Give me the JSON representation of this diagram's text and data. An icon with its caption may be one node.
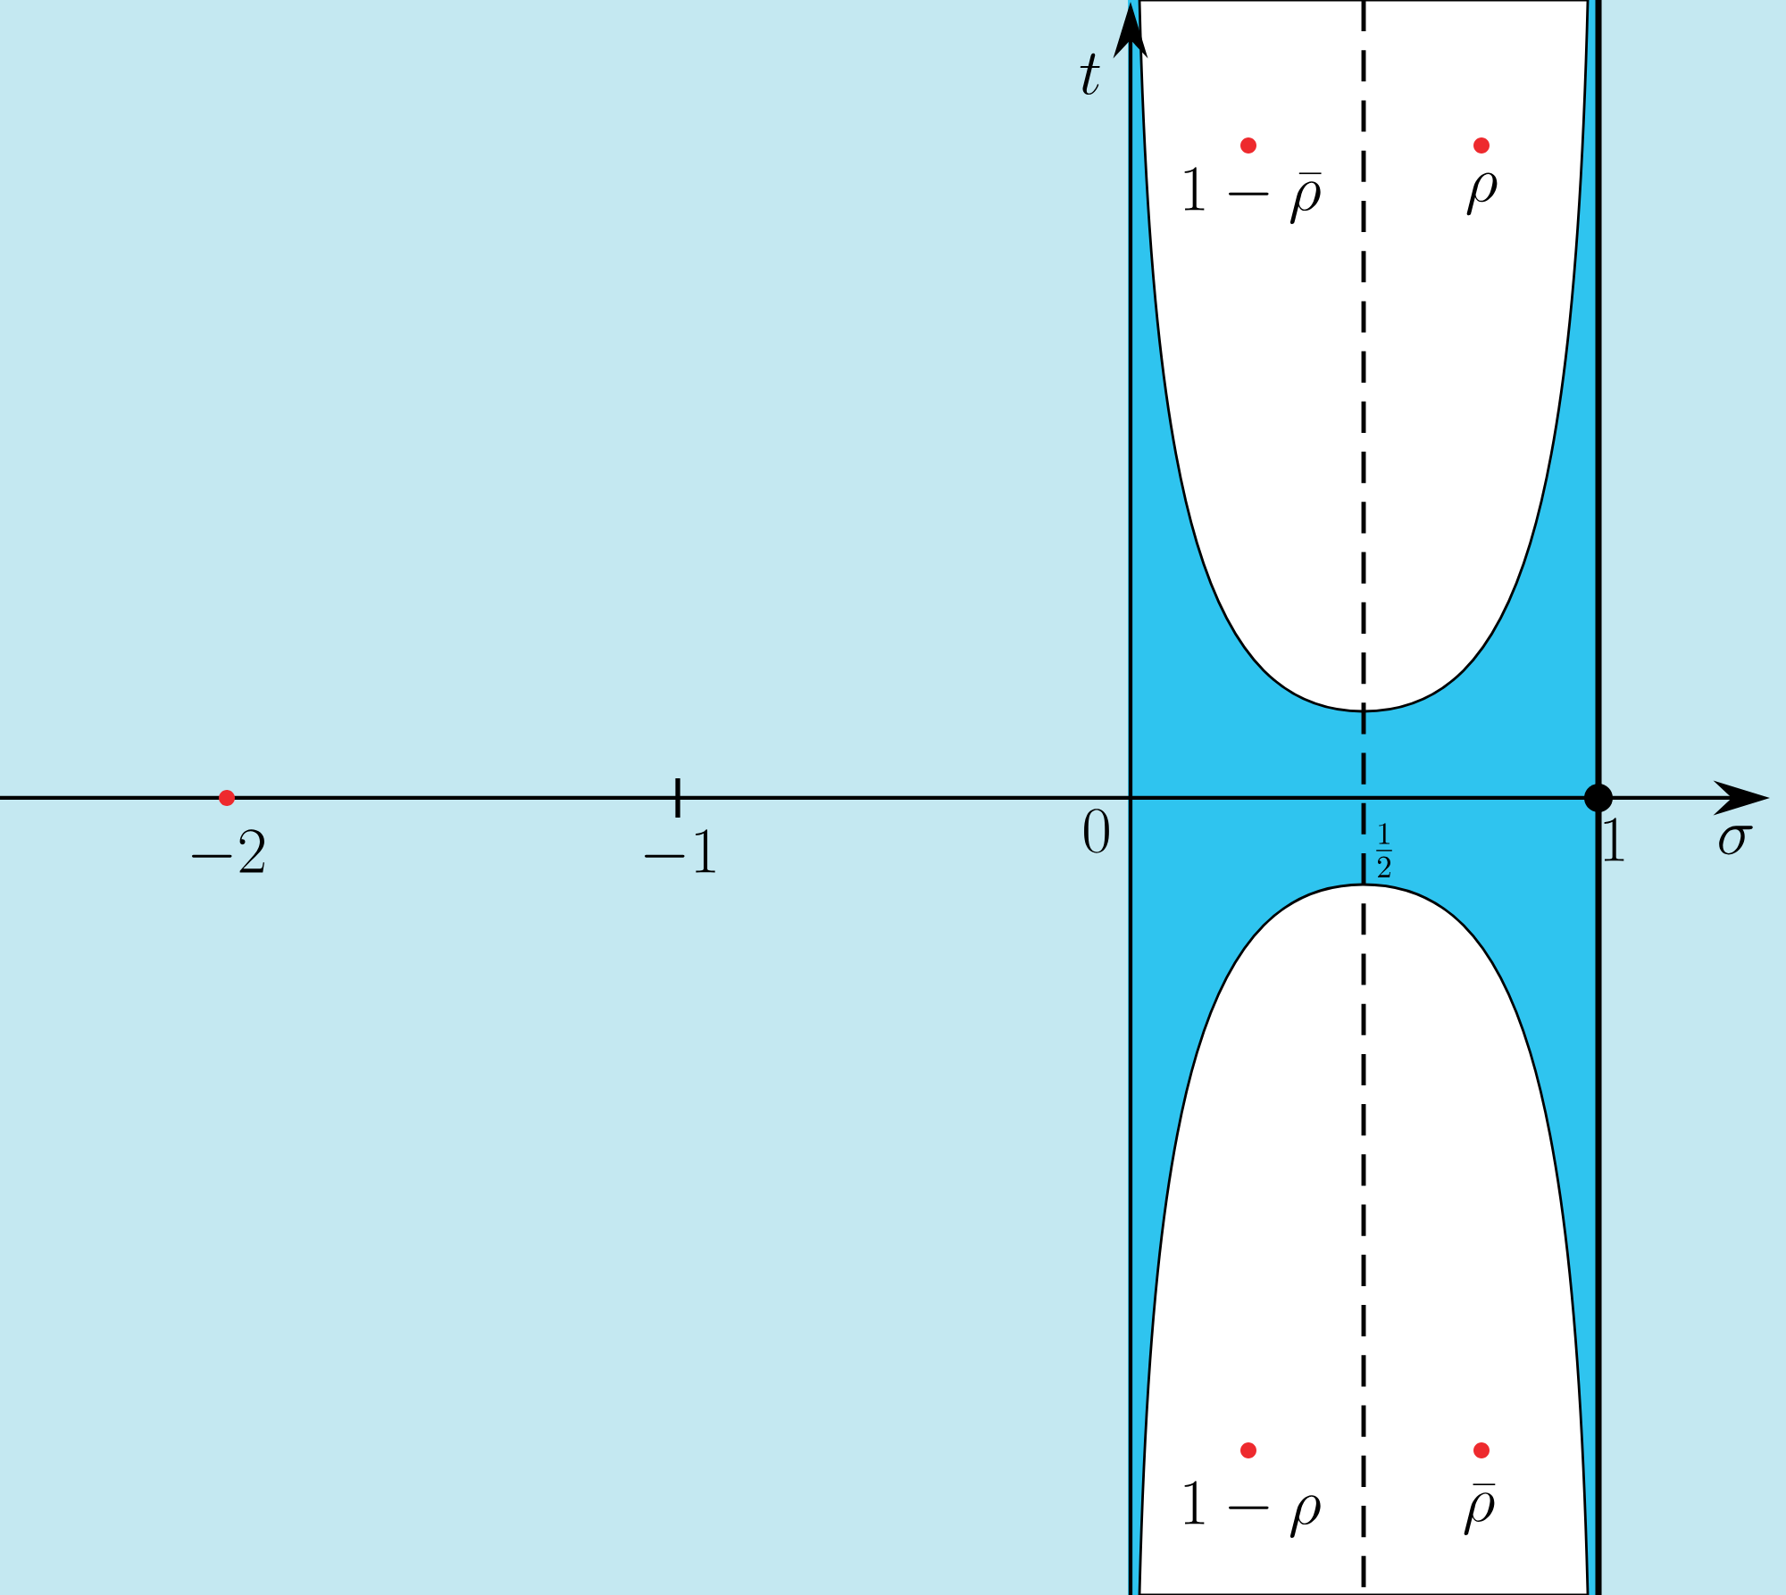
{
  "diagram": {
    "labels": [
      "t",
      "1-\\bar{\\rho}",
      "\\rho",
      "-2",
      "-1",
      "0",
      "\\frac{1}{2}",
      "1",
      "\\sigma",
      "1-\\rho",
      "\\bar{\\rho}"
    ]
  }
}
